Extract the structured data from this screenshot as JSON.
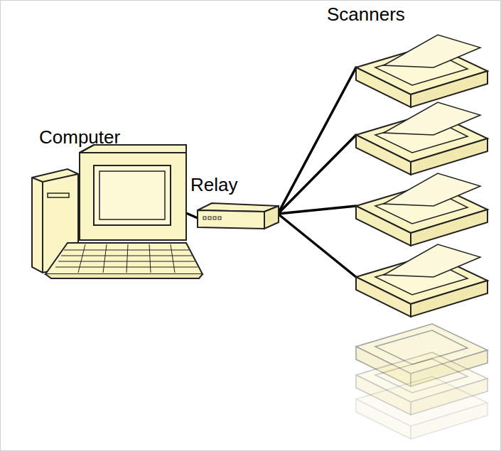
{
  "diagram": {
    "nodes": [
      {
        "text": [
          "Computer"
        ]
      },
      {
        "text": [
          "Relay"
        ]
      },
      {
        "text": [
          "Scanners"
        ]
      },
      {
        "text": []
      },
      {
        "text": []
      },
      {
        "text": []
      }
    ],
    "edges": [
      {
        "from": 0,
        "to": 1,
        "arrow": "none"
      },
      {
        "from": 1,
        "to": 2,
        "arrow": "none"
      },
      {
        "from": 1,
        "to": 3,
        "arrow": "none"
      },
      {
        "from": 1,
        "to": 4,
        "arrow": "none"
      },
      {
        "from": 1,
        "to": 5,
        "arrow": "none"
      }
    ]
  }
}
